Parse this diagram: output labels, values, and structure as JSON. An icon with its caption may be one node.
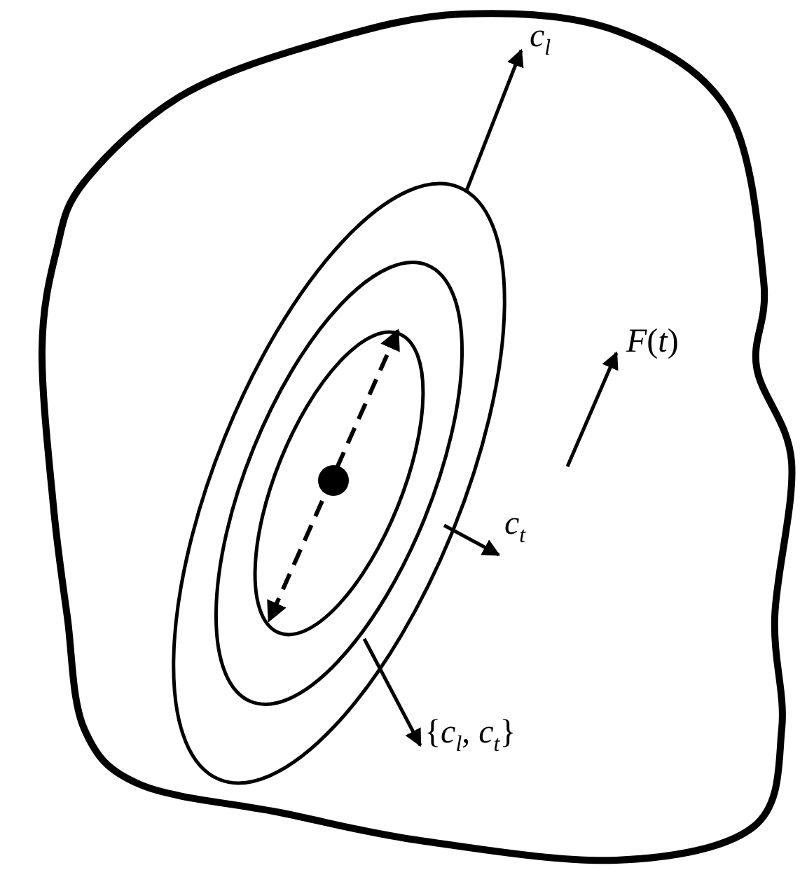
{
  "diagram": {
    "labels": [
      "*c*$_{l}$",
      "*F*(*t*)",
      "*c*$_{t}$",
      "{*c*$_{l}$, *c*$_{t}$}"
    ]
  }
}
